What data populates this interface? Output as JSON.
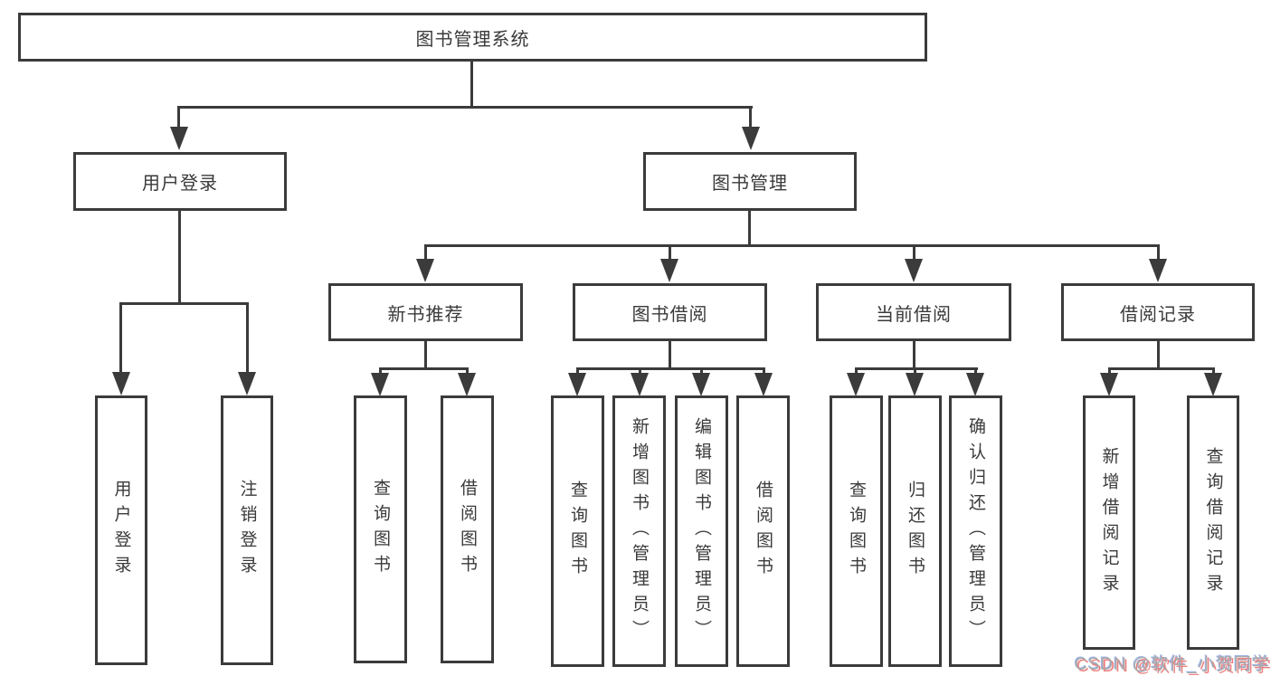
{
  "diagram": {
    "root": {
      "label": "图书管理系统"
    },
    "children": [
      {
        "label": "用户登录",
        "children": [
          {
            "label": "用户登录"
          },
          {
            "label": "注销登录"
          }
        ]
      },
      {
        "label": "图书管理",
        "children": [
          {
            "label": "新书推荐",
            "children": [
              {
                "label": "查询图书"
              },
              {
                "label": "借阅图书"
              }
            ]
          },
          {
            "label": "图书借阅",
            "children": [
              {
                "label": "查询图书"
              },
              {
                "label": "新增图书（管理员）"
              },
              {
                "label": "编辑图书（管理员）"
              },
              {
                "label": "借阅图书"
              }
            ]
          },
          {
            "label": "当前借阅",
            "children": [
              {
                "label": "查询图书"
              },
              {
                "label": "归还图书"
              },
              {
                "label": "确认归还（管理员）"
              }
            ]
          },
          {
            "label": "借阅记录",
            "children": [
              {
                "label": "新增借阅记录"
              },
              {
                "label": "查询借阅记录"
              }
            ]
          }
        ]
      }
    ]
  },
  "watermark": {
    "text": "CSDN @软件_小贺同学"
  },
  "colors": {
    "line": "#3b3b3b",
    "text": "#3a3a3a",
    "background": "#ffffff",
    "watermark_gray": "#aaaaaa",
    "watermark_red_shadow": "#ee7f7f"
  }
}
